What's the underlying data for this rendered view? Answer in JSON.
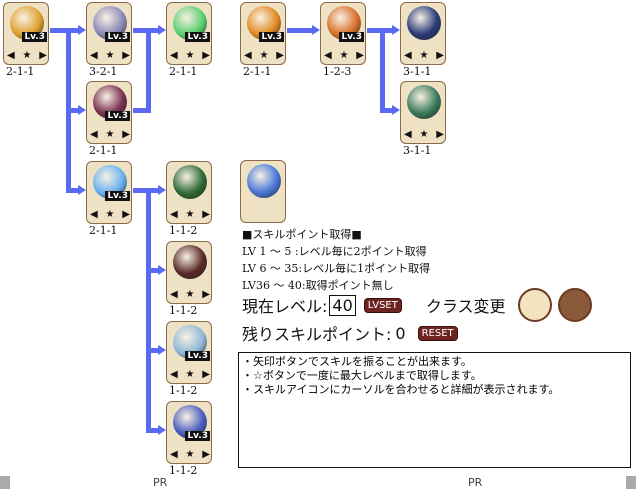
{
  "skills": [
    {
      "label": "2-1-1",
      "lv": "Lv.3",
      "color": "#e0a030",
      "controls": true
    },
    {
      "label": "3-2-1",
      "lv": "Lv.3",
      "color": "#8a8ab8",
      "controls": true
    },
    {
      "label": "2-1-1",
      "lv": "Lv.3",
      "color": "#5ccf70",
      "controls": true
    },
    {
      "label": "2-1-1",
      "lv": "Lv.3",
      "color": "#7a3050",
      "controls": true
    },
    {
      "label": "2-1-1",
      "lv": "Lv.3",
      "color": "#6ab0f0",
      "controls": true
    },
    {
      "label": "1-1-2",
      "lv": "",
      "color": "#2f6a35",
      "controls": true
    },
    {
      "label": "1-1-2",
      "lv": "",
      "color": "#5a2a28",
      "controls": true
    },
    {
      "label": "1-1-2",
      "lv": "Lv.3",
      "color": "#8fb8d8",
      "controls": true
    },
    {
      "label": "1-1-2",
      "lv": "Lv.3",
      "color": "#4b5ec0",
      "controls": true
    },
    {
      "label": "2-1-1",
      "lv": "Lv.3",
      "color": "#e28a20",
      "controls": true
    },
    {
      "label": "1-2-3",
      "lv": "Lv.3",
      "color": "#d8702a",
      "controls": true
    },
    {
      "label": "3-1-1",
      "lv": "",
      "color": "#2a3a78",
      "controls": true
    },
    {
      "label": "3-1-1",
      "lv": "",
      "color": "#3a7a5a",
      "controls": true
    },
    {
      "label": "",
      "lv": "",
      "color": "#4a78d8",
      "controls": false
    }
  ],
  "controls": {
    "left": "◀",
    "star": "★",
    "right": "▶"
  },
  "info": {
    "title": "■スキルポイント取得■",
    "lines": [
      " LV 1 ～ 5 :レベル毎に2ポイント取得",
      "LV 6 ～ 35:レベル毎に1ポイント取得",
      "LV36 ～ 40:取得ポイント無し"
    ]
  },
  "level": {
    "label": "現在レベル:",
    "value": "40",
    "button": "LVSET"
  },
  "class_change": {
    "label": "クラス変更"
  },
  "remaining": {
    "label": "残りスキルポイント:",
    "value": "0",
    "button": "RESET"
  },
  "help": [
    "・矢印ボタンでスキルを振ることが出来ます。",
    "・☆ボタンで一度に最大レベルまで取得します。",
    "・スキルアイコンにカーソルを合わせると詳細が表示されます。"
  ],
  "pr": [
    "PR",
    "PR"
  ]
}
